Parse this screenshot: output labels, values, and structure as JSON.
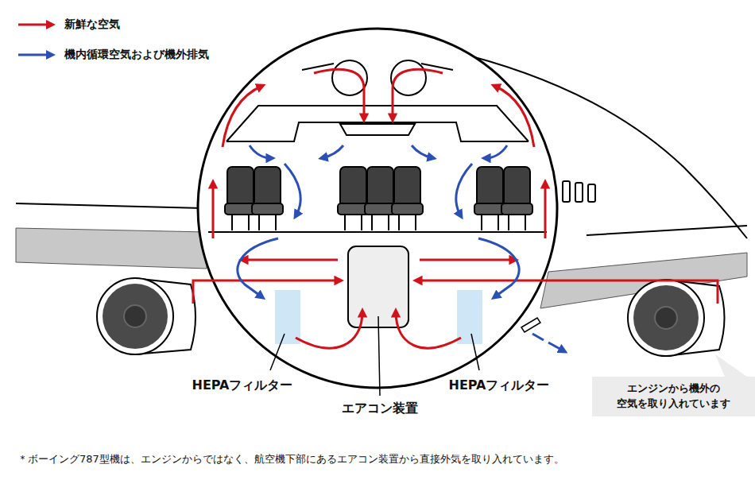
{
  "diagram": {
    "nodes": [
      {
        "text": [
          "エンジンから機外の 空気を取り入れています"
        ]
      }
    ],
    "labels": [
      "HEPAフィルター",
      "エアコン装置",
      "HEPAフィルター",
      "＊ボーイング787型機は、エンジンからではなく、航空機下部にあるエアコン装置から直接外気を取り入れています。"
    ],
    "legend": [
      {
        "text": "新鮮な空気"
      },
      {
        "text": "機内循環空気および機外排気"
      }
    ]
  }
}
